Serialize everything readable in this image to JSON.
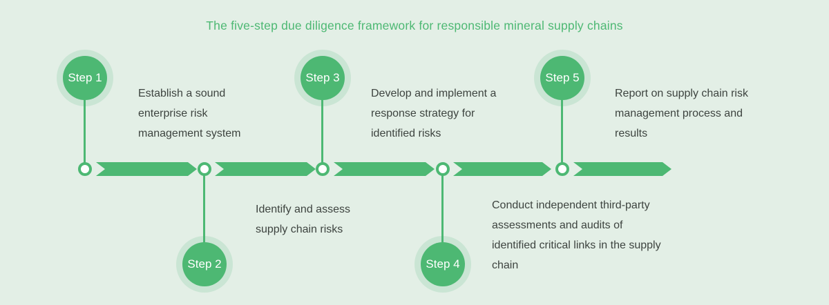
{
  "title": "The five-step due diligence framework for responsible mineral supply chains",
  "colors": {
    "background": "#e3efe6",
    "accent": "#4db873",
    "text": "#3d433f"
  },
  "steps": [
    {
      "label": "Step 1",
      "description": "Establish a sound enterprise risk management system"
    },
    {
      "label": "Step 2",
      "description": "Identify and assess supply chain risks"
    },
    {
      "label": "Step 3",
      "description": "Develop and implement a response strategy for identified risks"
    },
    {
      "label": "Step 4",
      "description": "Conduct independent third-party assessments and audits of identified critical links in the supply chain"
    },
    {
      "label": "Step 5",
      "description": "Report on supply chain risk management process and results"
    }
  ]
}
